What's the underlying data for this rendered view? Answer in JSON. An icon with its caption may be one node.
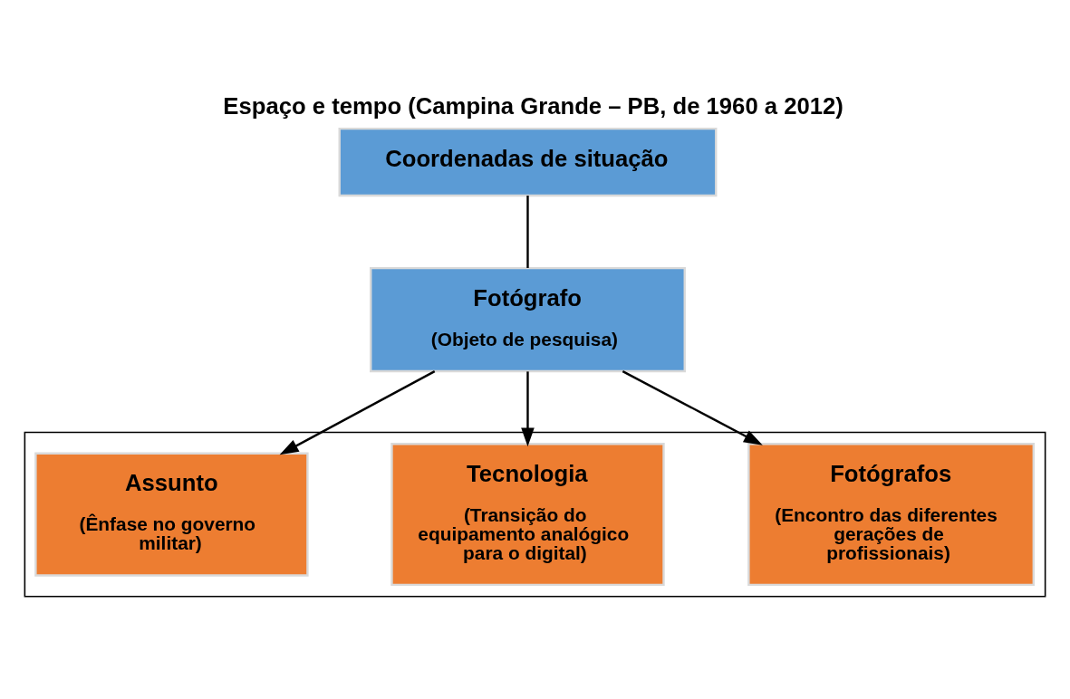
{
  "diagram": {
    "title": "Espaço e tempo (Campina Grande – PB, de 1960 a 2012)",
    "nodes": [
      {
        "text": [
          "Coordenadas de situação"
        ]
      },
      {
        "text": [
          "Fotógrafo",
          "(Objeto de pesquisa)"
        ]
      },
      {
        "text": [],
        "shape": "box"
      },
      {
        "text": [
          "Assunto",
          "(Ênfase no governo militar)"
        ],
        "in": 2
      },
      {
        "text": [
          "Tecnologia",
          "(Transição do equipamento analógico para o digital)"
        ],
        "in": 2
      },
      {
        "text": [
          "Fotógrafos",
          "(Encontro das diferentes gerações de profissionais)"
        ],
        "in": 2
      }
    ],
    "edges": [
      {
        "from": 0,
        "to": 1,
        "arrow": "none"
      },
      {
        "from": 1,
        "to": 3,
        "arrow": "to"
      },
      {
        "from": 1,
        "to": 4,
        "arrow": "to"
      },
      {
        "from": 1,
        "to": 5,
        "arrow": "to"
      }
    ]
  }
}
